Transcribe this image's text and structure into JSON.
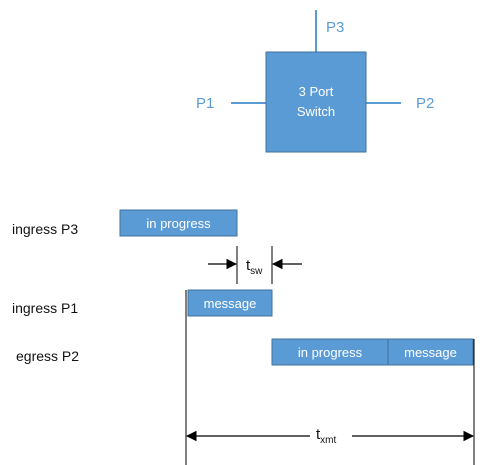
{
  "colors": {
    "accent": "#5b9bd5",
    "accent_dark": "#41719c",
    "ink": "#000000"
  },
  "switch": {
    "label_line1": "3 Port",
    "label_line2": "Switch",
    "ports": {
      "top": "P3",
      "left": "P1",
      "right": "P2"
    }
  },
  "rows": {
    "ingress_p3": "ingress P3",
    "ingress_p1": "ingress P1",
    "egress_p2": "egress P2"
  },
  "boxes": {
    "p3_in_progress": "in progress",
    "p1_message": "message",
    "p2_in_progress": "in progress",
    "p2_message": "message"
  },
  "intervals": {
    "sw": {
      "base": "t",
      "sub": "sw"
    },
    "xmt": {
      "base": "t",
      "sub": "xmt"
    }
  }
}
